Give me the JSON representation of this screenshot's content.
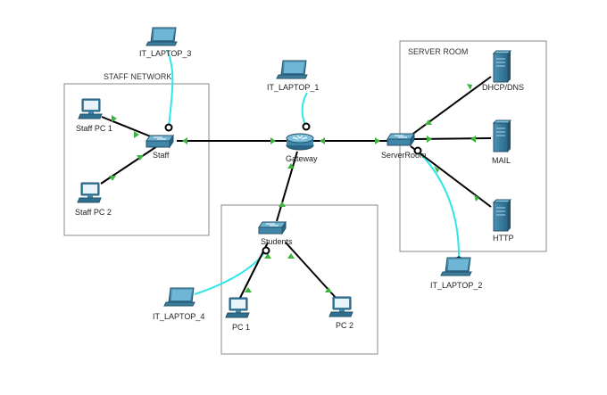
{
  "areas": {
    "staff": "STAFF NETWORK",
    "server": "SERVER ROOM"
  },
  "devices": {
    "it_laptop_3": "IT_LAPTOP_3",
    "it_laptop_1": "IT_LAPTOP_1",
    "it_laptop_2": "IT_LAPTOP_2",
    "it_laptop_4": "IT_LAPTOP_4",
    "staff_pc_1": "Staff PC 1",
    "staff_pc_2": "Staff PC 2",
    "staff_switch": "Staff",
    "gateway": "Gateway",
    "server_switch": "ServerRoom",
    "student_switch": "Students",
    "dhcp_dns": "DHCP/DNS",
    "mail": "MAIL",
    "http": "HTTP",
    "pc_1": "PC 1",
    "pc_2": "PC 2"
  },
  "colors": {
    "copper_link": "#000000",
    "console_link": "#2ee6e6",
    "link_up_indicator": "#3fb53f",
    "device_blue": "#3f86a8"
  },
  "icons": {
    "laptop": "laptop-icon",
    "pc": "desktop-pc-icon",
    "switch": "switch-icon",
    "router": "router-icon",
    "server": "server-icon"
  }
}
